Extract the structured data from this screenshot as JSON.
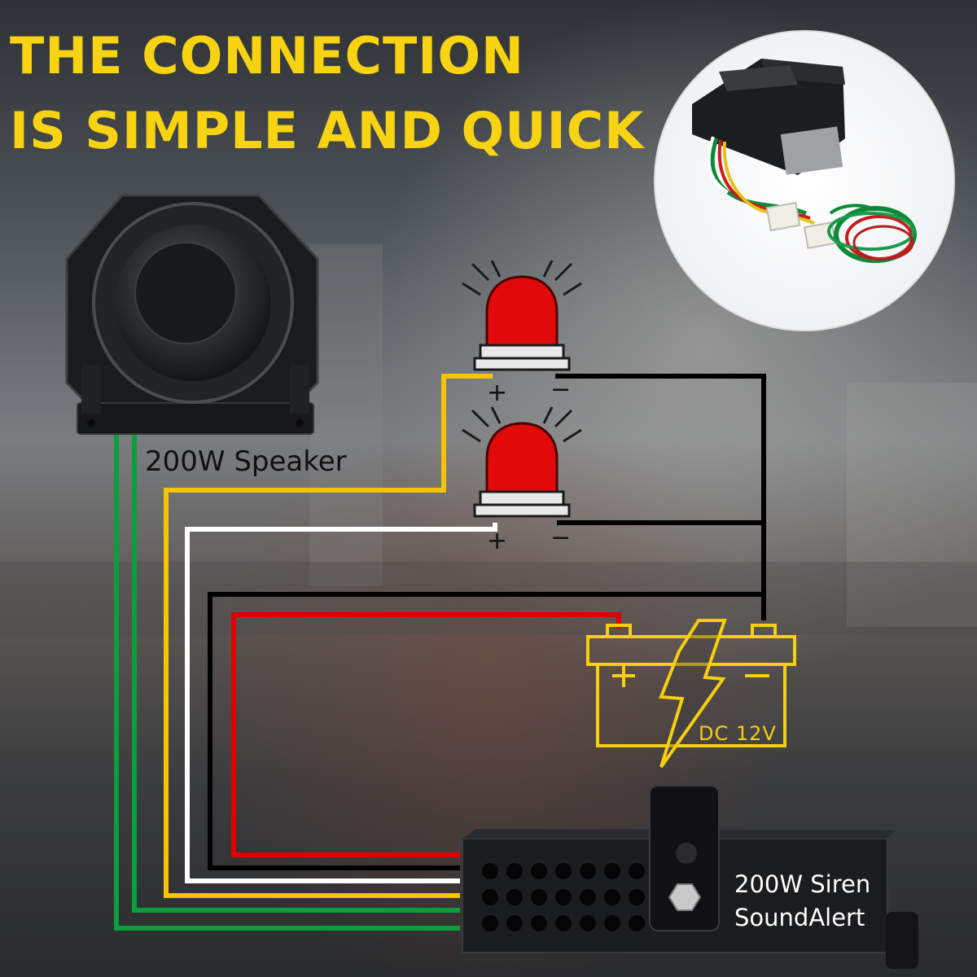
{
  "headline": {
    "line1": "THE CONNECTION",
    "line2": "IS SIMPLE AND QUICK"
  },
  "labels": {
    "speaker": "200W Speaker",
    "siren_line1": "200W Siren",
    "siren_line2": "SoundAlert",
    "battery_voltage": "DC 12V",
    "plus": "+",
    "minus": "−"
  },
  "colors": {
    "headline": "#f7d312",
    "battery_outline": "#f5cf10",
    "beacon_red": "#e10a0a",
    "wire_yellow": "#f5c400",
    "wire_white": "#ffffff",
    "wire_black": "#000000",
    "wire_red": "#e00000",
    "wire_green": "#0a9e3c"
  },
  "icons": [
    "speaker-icon",
    "beacon-light-icon",
    "battery-icon",
    "lightning-bolt-icon",
    "siren-box-icon",
    "wiring-harness-photo"
  ]
}
